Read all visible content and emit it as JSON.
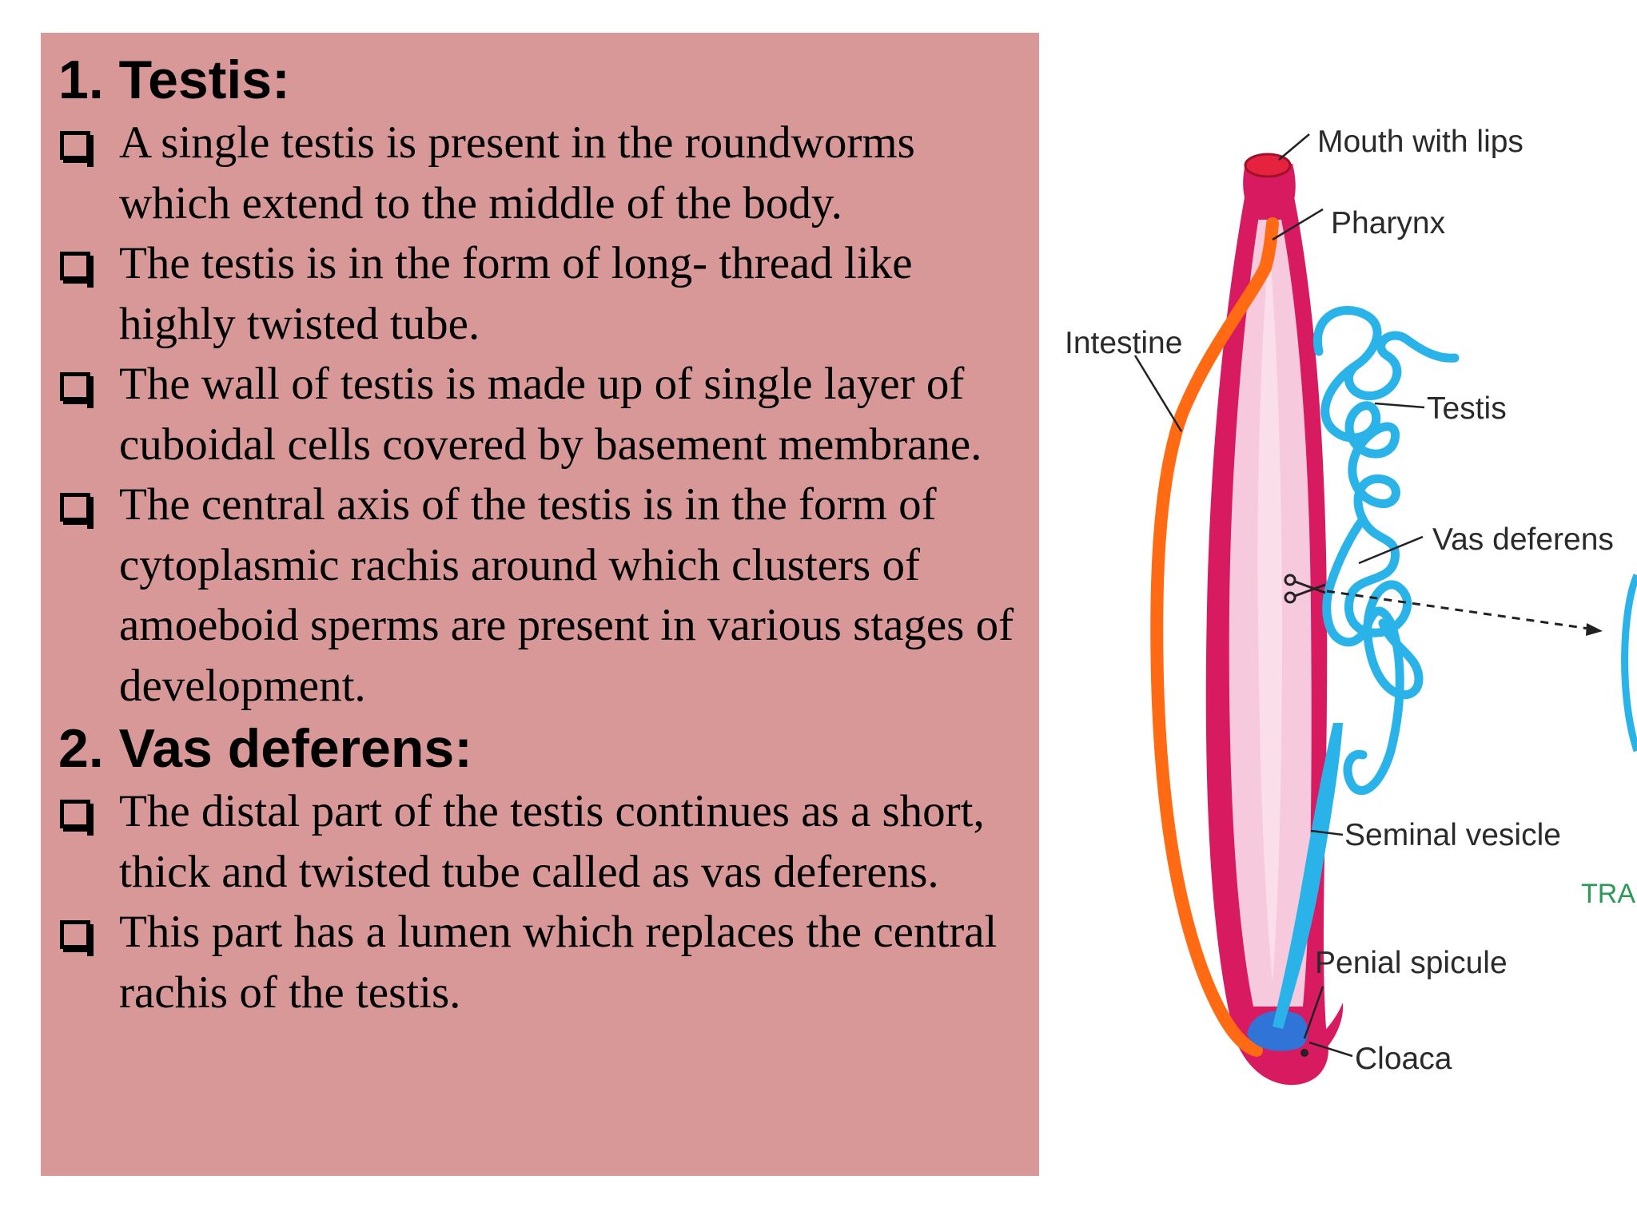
{
  "sections": [
    {
      "heading": "1. Testis:",
      "bullets": [
        "A single testis is present in the roundworms which extend to the middle of the body.",
        "The testis is in the form of long- thread like highly twisted tube.",
        "The wall of testis is made up of single layer of cuboidal cells covered by basement membrane.",
        "The central axis of the testis is in the form of cytoplasmic rachis around which clusters of amoeboid sperms are present in various stages of development."
      ]
    },
    {
      "heading": "2. Vas deferens:",
      "bullets": [
        "The distal part of the testis continues as a short, thick and twisted tube called as vas deferens.",
        "This part has a lumen which replaces the central rachis of the testis."
      ]
    }
  ],
  "diagram": {
    "labels": {
      "mouth": "Mouth with lips",
      "pharynx": "Pharynx",
      "intestine": "Intestine",
      "testis": "Testis",
      "vas_deferens": "Vas deferens",
      "seminal_vesicle": "Seminal vesicle",
      "penial_spicule": "Penial spicule",
      "cloaca": "Cloaca",
      "tra": "TRA"
    },
    "colors": {
      "body_wall": "#d81b60",
      "body_cavity": "#f6c9dc",
      "intestine": "#ff6a13",
      "reproductive": "#29b3e8",
      "cloaca": "#2f74d6"
    }
  }
}
